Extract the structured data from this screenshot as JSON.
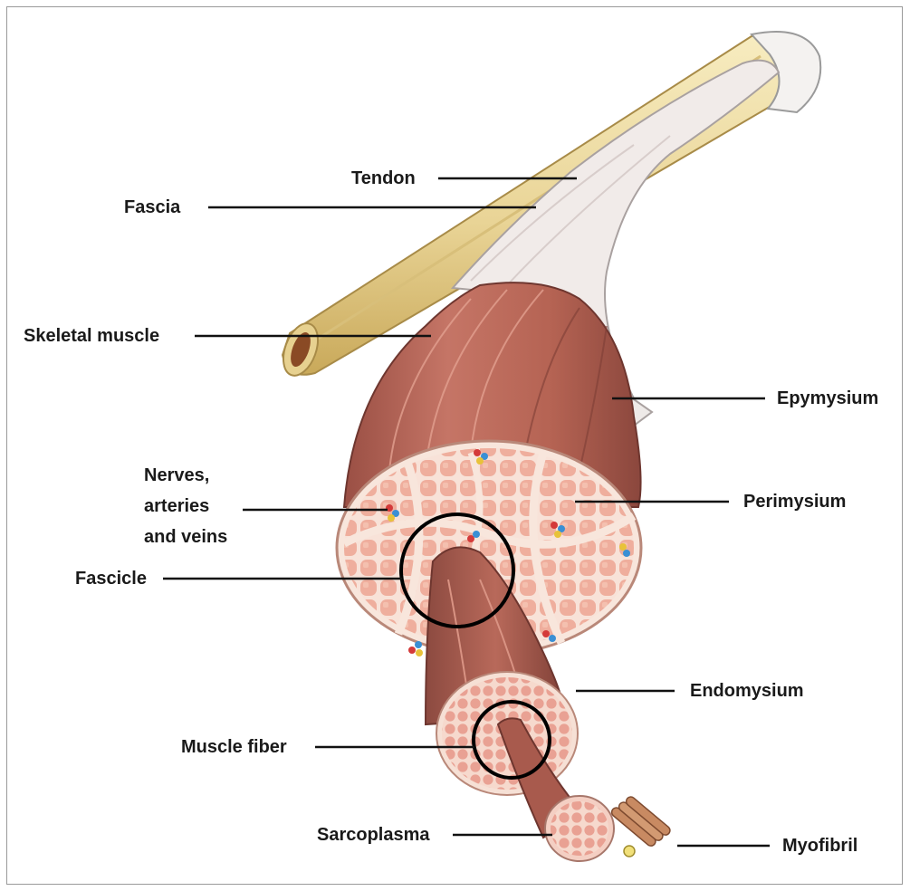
{
  "labels": {
    "tendon": "Tendon",
    "fascia": "Fascia",
    "skeletal_muscle": "Skeletal muscle",
    "epymysium": "Epymysium",
    "nerves_line1": "Nerves,",
    "nerves_line2": "arteries",
    "nerves_line3": "and veins",
    "perimysium": "Perimysium",
    "fascicle": "Fascicle",
    "endomysium": "Endomysium",
    "muscle_fiber": "Muscle fiber",
    "sarcoplasma": "Sarcoplasma",
    "myofibril": "Myofibril"
  },
  "colors": {
    "muscle": "#b8675a",
    "muscle_dark": "#8e4a40",
    "muscle_light": "#d98f80",
    "bone": "#eedca0",
    "bone_shade": "#c9a95a",
    "tendon": "#f1ebe9",
    "section_fill": "#f6d3c4",
    "fascicle_fill": "#eea593",
    "leader": "#111111"
  }
}
